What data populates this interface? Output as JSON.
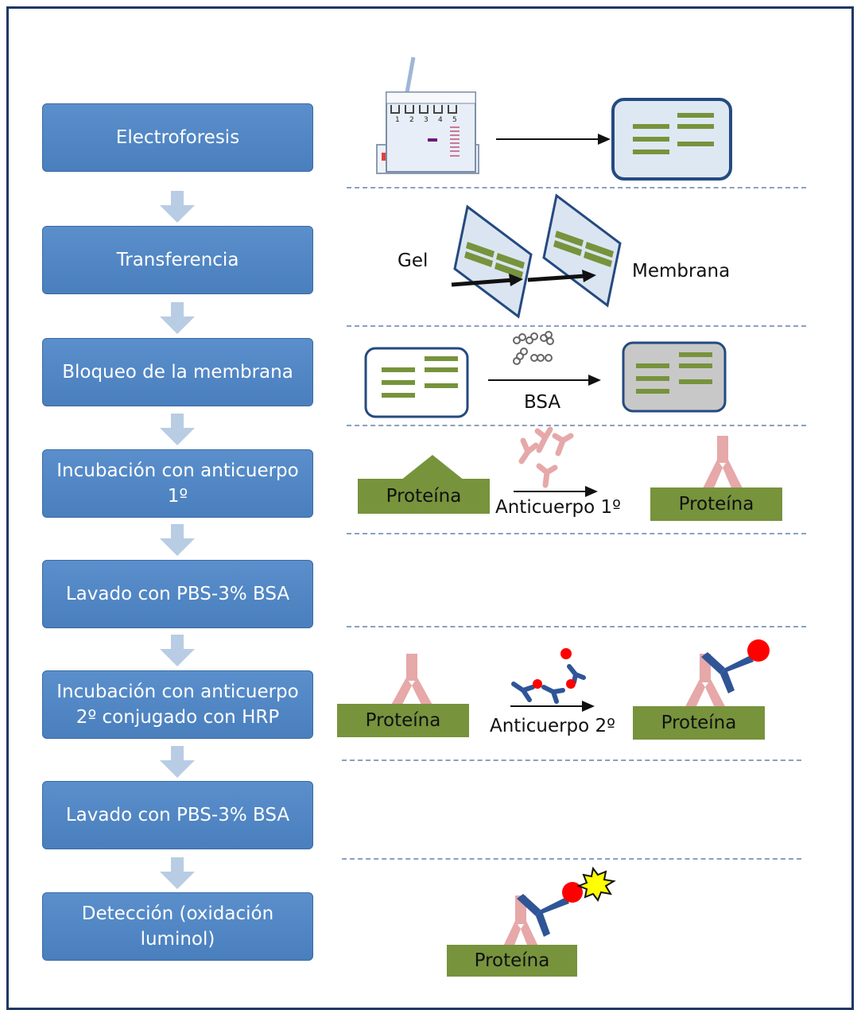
{
  "steps": [
    "Electroforesis",
    "Transferencia",
    "Bloqueo de la membrana",
    "Incubación con anticuerpo\n1º",
    "Lavado con PBS-3% BSA",
    "Incubación con anticuerpo\n2º conjugado con HRP",
    "Lavado con PBS-3% BSA",
    "Detección (oxidación\nluminol)"
  ],
  "illustrations": {
    "gel_lanes": [
      "1",
      "2",
      "3",
      "4",
      "5"
    ],
    "transfer": {
      "left_label": "Gel",
      "right_label": "Membrana"
    },
    "blocking": {
      "agent_label": "BSA"
    },
    "primary": {
      "protein_label": "Proteína",
      "antibody_label": "Anticuerpo 1º"
    },
    "secondary": {
      "protein_label": "Proteína",
      "antibody_label": "Anticuerpo 2º"
    },
    "detection": {
      "protein_label": "Proteína"
    }
  },
  "colors": {
    "step_box": "#4f81bd",
    "arrow": "#b8cce4",
    "band": "#77933c",
    "protein": "#77933c",
    "primary_antibody": "#e6a8a8",
    "secondary_antibody": "#2f5597",
    "hrp": "#ff0000",
    "light_signal": "#ffff00"
  }
}
